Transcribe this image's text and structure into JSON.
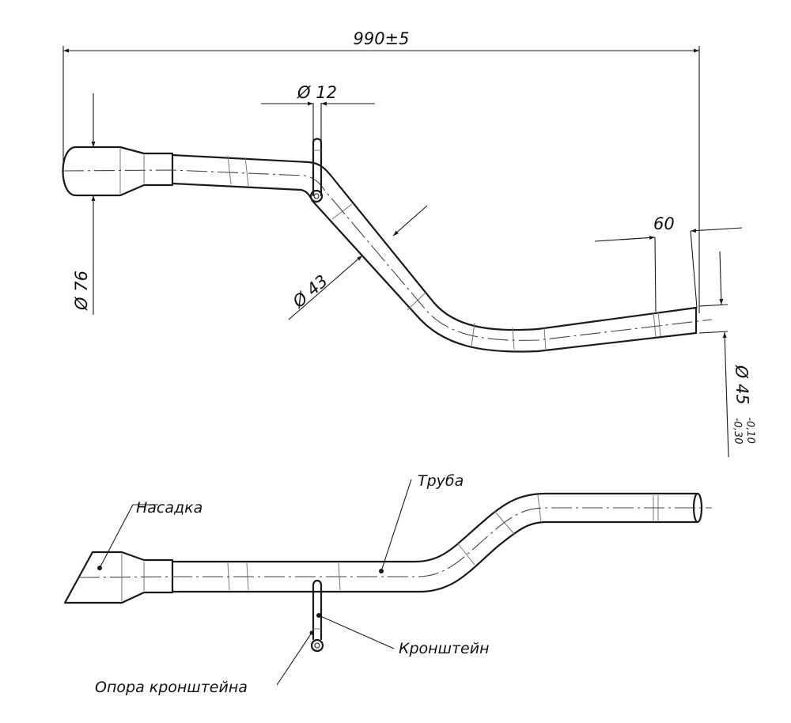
{
  "drawing": {
    "dimensions": {
      "overall_length": "990±5",
      "bracket_diameter": "Ø 12",
      "inlet_diameter": "Ø 76",
      "pipe_diameter": "Ø 43",
      "end_length": "60",
      "outlet_diameter": "Ø 45",
      "outlet_tolerance_upper": "-0,10",
      "outlet_tolerance_lower": "-0,30"
    },
    "labels": {
      "nozzle": "Насадка",
      "pipe": "Труба",
      "bracket": "Кронштейн",
      "bracket_support": "Опора кронштейна"
    }
  }
}
